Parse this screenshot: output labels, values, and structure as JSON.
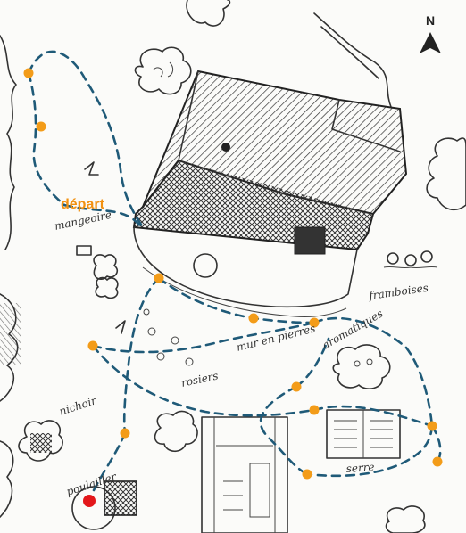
{
  "map": {
    "start_label": "départ",
    "north_letter": "N",
    "labels": {
      "mangeoire": "mangeoire",
      "framboises": "framboises",
      "mur_en_pierres": "mur en pierres",
      "aromatiques": "aromatiques",
      "rosiers": "rosiers",
      "nichoir": "nichoir",
      "poulailler": "poulailler",
      "serre": "serre"
    },
    "colors": {
      "route": "#1f5a78",
      "stops": "#f39c19",
      "start_text": "#f29111",
      "you_are_here": "#e3171b"
    },
    "icons": [
      "north-arrow-icon",
      "tree-icon",
      "bush-icon",
      "raspberry-icon",
      "birdhouse-icon",
      "henhouse-icon",
      "greenhouse-icon"
    ]
  }
}
